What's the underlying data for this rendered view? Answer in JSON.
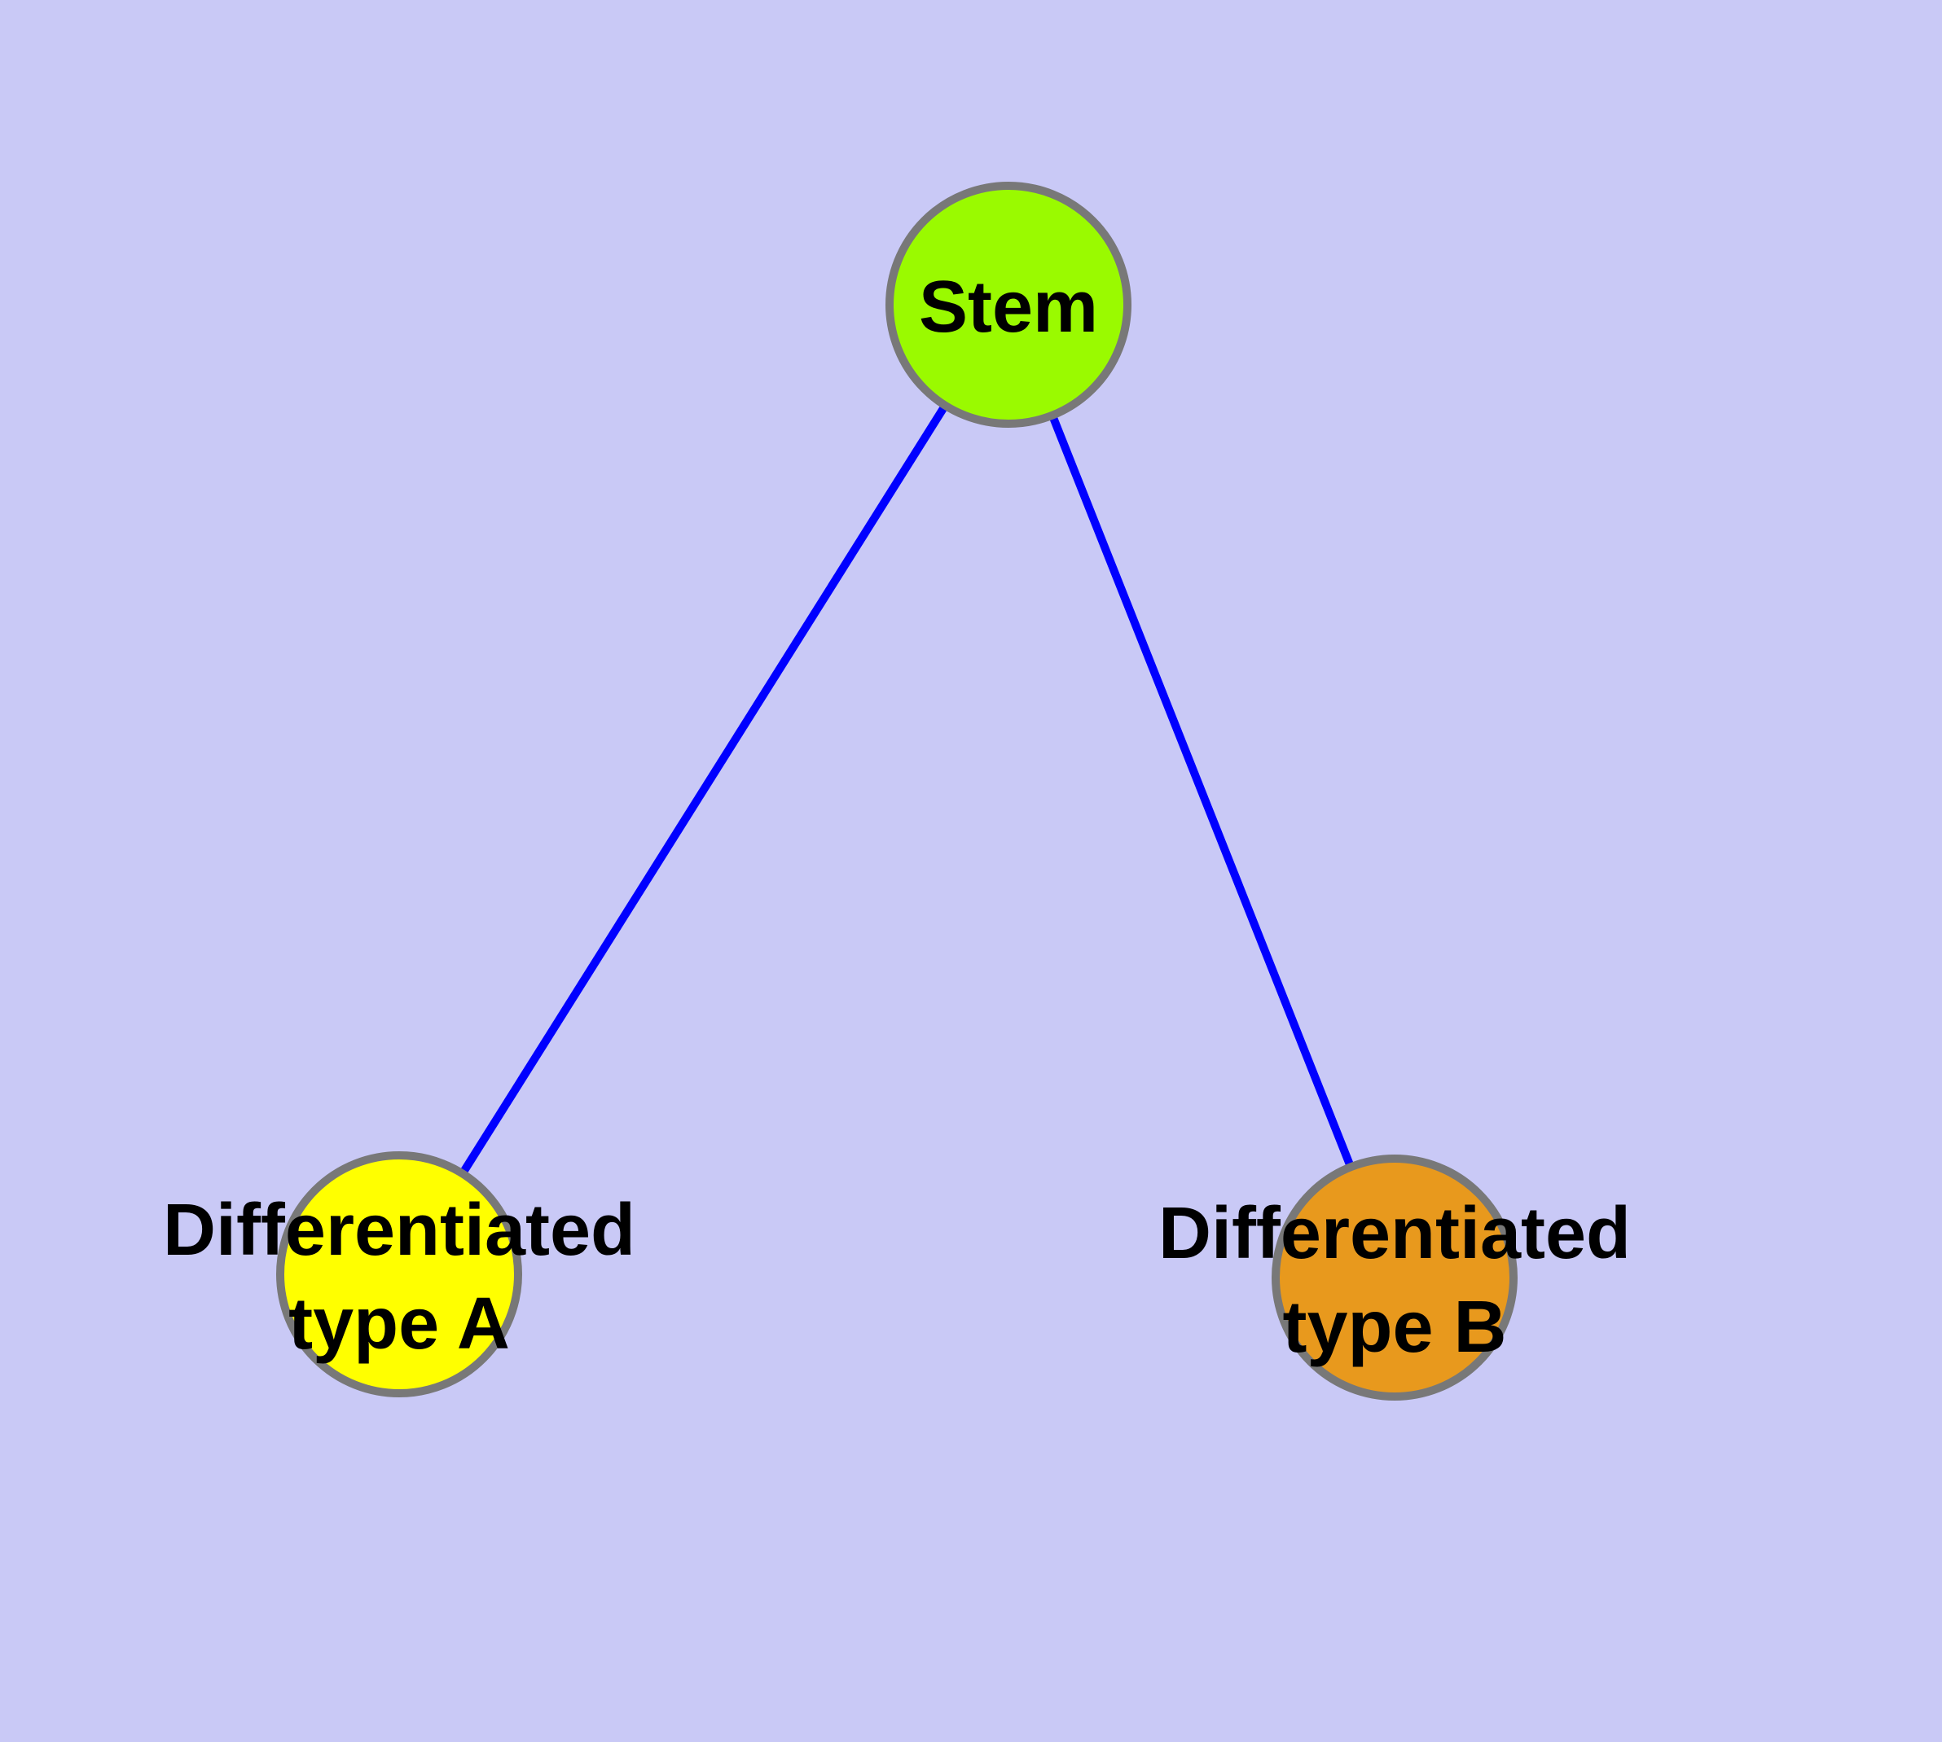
{
  "canvas": {
    "background_color": "#C9C9F6",
    "width": "2384",
    "height": "2138"
  },
  "diagram": {
    "type": "node-link-graph",
    "description": "Cell differentiation hierarchy: Stem node branches to two differentiated types",
    "nodes": [
      {
        "id": "stem",
        "label": "Stem",
        "line1": "Stem",
        "fill_color": "#9AFA00",
        "border_color": "#787878"
      },
      {
        "id": "differentiated-type-a",
        "label": "Differentiated type A",
        "line1": "Differentiated",
        "line2": "type A",
        "fill_color": "#FFFF00",
        "border_color": "#787878"
      },
      {
        "id": "differentiated-type-b",
        "label": "Differentiated type B",
        "line1": "Differentiated",
        "line2": "type B",
        "fill_color": "#E8991D",
        "border_color": "#787878"
      }
    ],
    "edges": [
      {
        "from": "stem",
        "to": "differentiated-type-a",
        "color": "#0000FF"
      },
      {
        "from": "stem",
        "to": "differentiated-type-b",
        "color": "#0000FF"
      }
    ]
  }
}
